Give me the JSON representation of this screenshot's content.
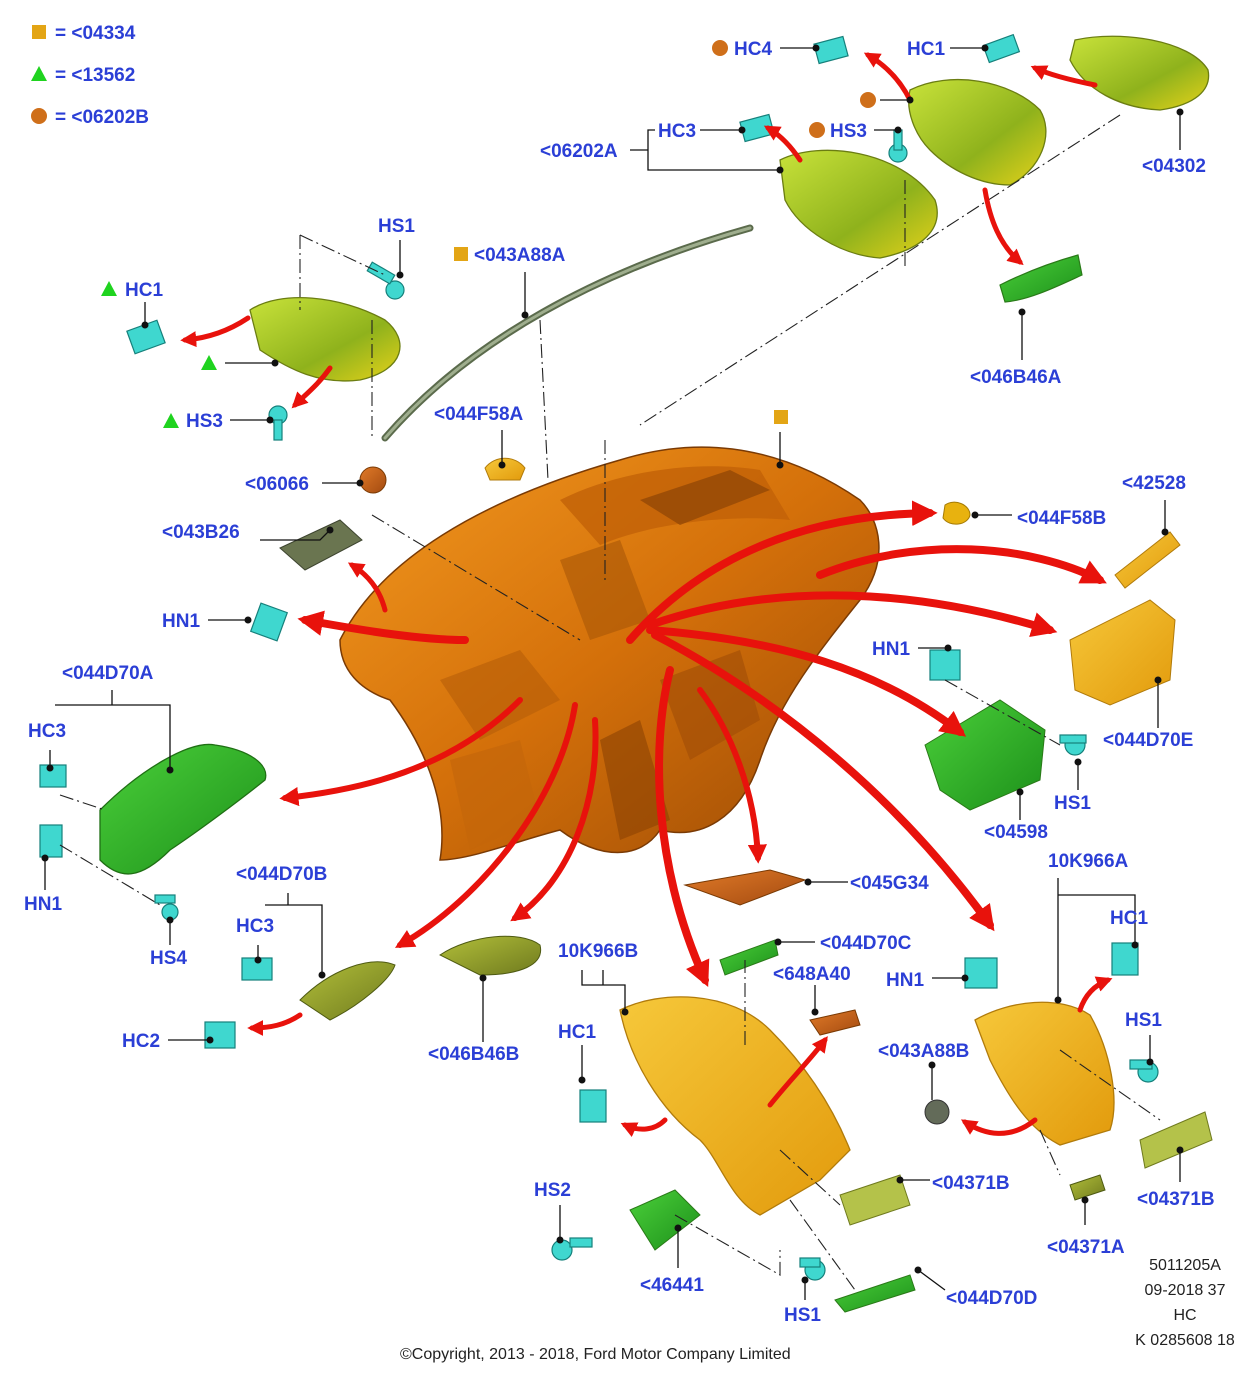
{
  "legend": [
    {
      "shape": "square",
      "color": "#e3a515",
      "text": "= <04334"
    },
    {
      "shape": "triangle",
      "color": "#1fd31f",
      "text": "= <13562"
    },
    {
      "shape": "circle",
      "color": "#cf6f1a",
      "text": "= <06202B"
    }
  ],
  "labels": {
    "hc4": "HC4",
    "hc1_top": "HC1",
    "hc3_top": "HC3",
    "p06202a": "<06202A",
    "hs3_top": "HS3",
    "p04302": "<04302",
    "hs1_topleft": "HS1",
    "p043a88a": "<043A88A",
    "hc1_left": "HC1",
    "hs3_left": "HS3",
    "p046b46a_top": "<046B46A",
    "p044f58a": "<044F58A",
    "p06066": "<06066",
    "p043b26": "<043B26",
    "hn1_left": "HN1",
    "p044f58b": "<044F58B",
    "p42528": "<42528",
    "hn1_right": "HN1",
    "p044d70e": "<044D70E",
    "hs1_right": "HS1",
    "p04598": "<04598",
    "p044d70a": "<044D70A",
    "hc3_left": "HC3",
    "hn1_bl": "HN1",
    "hs4": "HS4",
    "p044d70b": "<044D70B",
    "hc3_mid": "HC3",
    "hc2": "HC2",
    "p046b46b": "<046B46B",
    "p045g34": "<045G34",
    "p10k966b": "10K966B",
    "p044d70c": "<044D70C",
    "p648a40": "<648A40",
    "hc1_mid": "HC1",
    "p10k966a": "10K966A",
    "hc1_right": "HC1",
    "hn1_br": "HN1",
    "hs1_br": "HS1",
    "p043a88b": "<043A88B",
    "p04371b_mid": "<04371B",
    "hs2": "HS2",
    "p46441": "<46441",
    "hs1_bottom": "HS1",
    "p044d70d": "<044D70D",
    "p04371a": "<04371A",
    "p04371b_right": "<04371B"
  },
  "footer": {
    "copyright": "©Copyright, 2013 - 2018, Ford Motor Company Limited",
    "ref_line1": "5011205A",
    "ref_line2": "09-2018 37",
    "ref_line3": "HC",
    "ref_line4": "K 0285608 18"
  }
}
